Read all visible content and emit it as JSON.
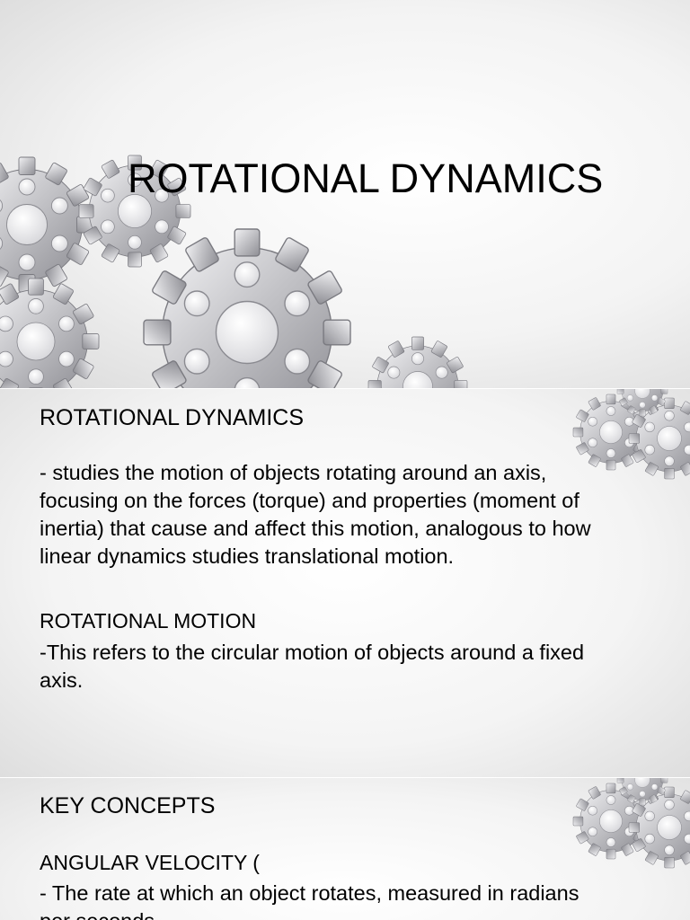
{
  "slide1": {
    "title": "ROTATIONAL DYNAMICS"
  },
  "slide2": {
    "heading": "ROTATIONAL DYNAMICS",
    "body_lines": [
      "- studies the motion of objects rotating around an axis,",
      "focusing on the forces (torque) and properties (moment of",
      "inertia) that cause and affect this motion, analogous to how",
      "linear dynamics studies translational motion."
    ],
    "subheading": "ROTATIONAL MOTION",
    "sub_body_lines": [
      "-This refers to the circular motion of objects around a fixed",
      "axis."
    ]
  },
  "slide3": {
    "heading": "KEY CONCEPTS",
    "subheading": "ANGULAR VELOCITY (",
    "body_lines": [
      "- The rate at which an object rotates, measured in radians",
      "per seconds."
    ]
  },
  "icons": [
    "gear-icon"
  ]
}
